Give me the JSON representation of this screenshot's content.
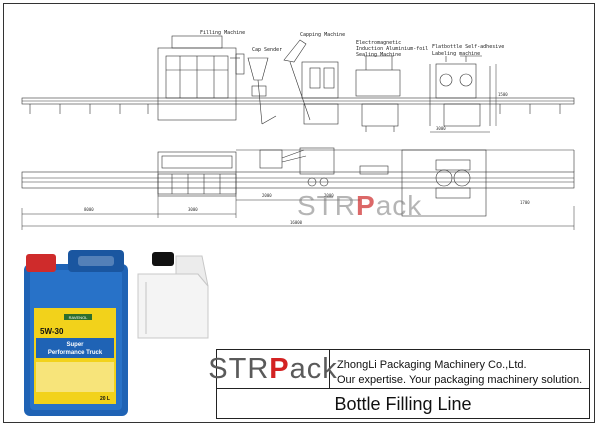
{
  "labels": {
    "filling_machine": "Filling Machine",
    "cap_sender": "Cap Sender",
    "capping_machine": "Capping Machine",
    "induction_l1": "Electromagnetic",
    "induction_l2": "Induction Aluminium-foil",
    "induction_l3": "Sealing Machine",
    "labeling_l1": "Flatbottle Self-adhesive",
    "labeling_l2": "Labeling machine"
  },
  "dims": {
    "d1": "3000",
    "d2": "2000",
    "d3": "2000",
    "d4": "3000",
    "d5": "8000",
    "d6": "16000",
    "d7": "1500",
    "d8": "1700"
  },
  "watermark": {
    "pre": "STR",
    "accent": "P",
    "post": "ack"
  },
  "logo": {
    "pre": "STR",
    "accent": "P",
    "post": "ack"
  },
  "company": {
    "name": "ZhongLi Packaging Machinery Co.,Ltd.",
    "slogan": "Our expertise. Your packaging machinery solution."
  },
  "title": "Bottle Filling Line",
  "product": {
    "brand": "RAVENOL",
    "grade": "5W-30",
    "name_line1": "Super",
    "name_line2": "Performance Truck",
    "volume": "20 L"
  },
  "colors": {
    "accent_red": "#d32222",
    "jerrycan_blue": "#1f63b5",
    "label_yellow": "#f2d21b"
  }
}
